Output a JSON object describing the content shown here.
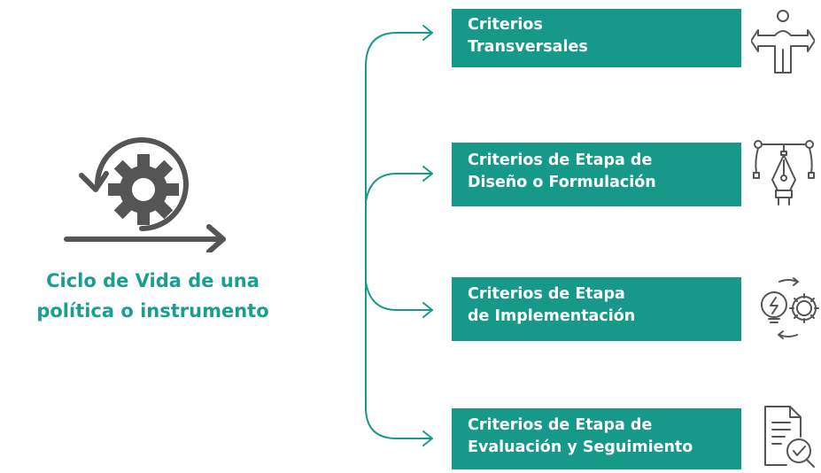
{
  "main": {
    "title_line1": "Ciclo de Vida de una",
    "title_line2": "política o instrumento",
    "icon": "cycle-gear-icon"
  },
  "criteria": [
    {
      "line1": "Criterios",
      "line2": "Transversales",
      "icon": "person-crossroads-icon"
    },
    {
      "line1": "Criterios de Etapa de",
      "line2": "Diseño o Formulación",
      "icon": "pen-tool-icon"
    },
    {
      "line1": "Criterios de Etapa",
      "line2": "de Implementación",
      "icon": "bulb-gear-cycle-icon"
    },
    {
      "line1": "Criterios de Etapa de",
      "line2": "Evaluación y Seguimiento",
      "icon": "document-check-icon"
    }
  ],
  "colors": {
    "accent": "#17998a",
    "icon_gray": "#555555",
    "text_teal": "#1a9e8f"
  }
}
